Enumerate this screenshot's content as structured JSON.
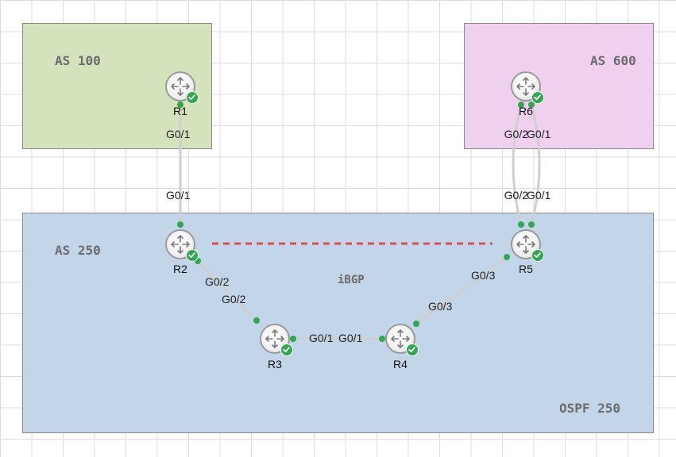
{
  "regions": [
    {
      "id": "as100",
      "label": "AS 100",
      "color": "#d5e3bd"
    },
    {
      "id": "as600",
      "label": "AS 600",
      "color": "#efd0ef"
    },
    {
      "id": "as250",
      "label": "AS 250",
      "color": "#c3d5e8"
    }
  ],
  "region_notes": {
    "ospf": "OSPF 250",
    "ibgp": "iBGP"
  },
  "routers": [
    {
      "id": "r1",
      "label": "R1",
      "icon": "router-icon",
      "status": "ok"
    },
    {
      "id": "r2",
      "label": "R2",
      "icon": "router-icon",
      "status": "ok"
    },
    {
      "id": "r3",
      "label": "R3",
      "icon": "router-icon",
      "status": "ok"
    },
    {
      "id": "r4",
      "label": "R4",
      "icon": "router-icon",
      "status": "ok"
    },
    {
      "id": "r5",
      "label": "R5",
      "icon": "router-icon",
      "status": "ok"
    },
    {
      "id": "r6",
      "label": "R6",
      "icon": "router-icon",
      "status": "ok"
    }
  ],
  "links": [
    {
      "a": "R1",
      "a_if": "G0/1",
      "b": "R2",
      "b_if": "G0/1"
    },
    {
      "a": "R6",
      "a_if": "G0/2",
      "b": "R5",
      "b_if": "G0/2"
    },
    {
      "a": "R6",
      "a_if": "G0/1",
      "b": "R5",
      "b_if": "G0/1"
    },
    {
      "a": "R2",
      "a_if": "G0/2",
      "b": "R3",
      "b_if": "G0/2"
    },
    {
      "a": "R3",
      "a_if": "G0/1",
      "b": "R4",
      "b_if": "G0/1"
    },
    {
      "a": "R4",
      "a_if": "G0/3",
      "b": "R5",
      "b_if": "G0/3"
    }
  ],
  "ibgp_session": {
    "a": "R2",
    "b": "R5",
    "style": "dashed",
    "color": "#e04b4b"
  },
  "colors": {
    "link": "#cfcfcf",
    "port_dot": "#2fa84f",
    "status_ok": "#2fa84f"
  }
}
